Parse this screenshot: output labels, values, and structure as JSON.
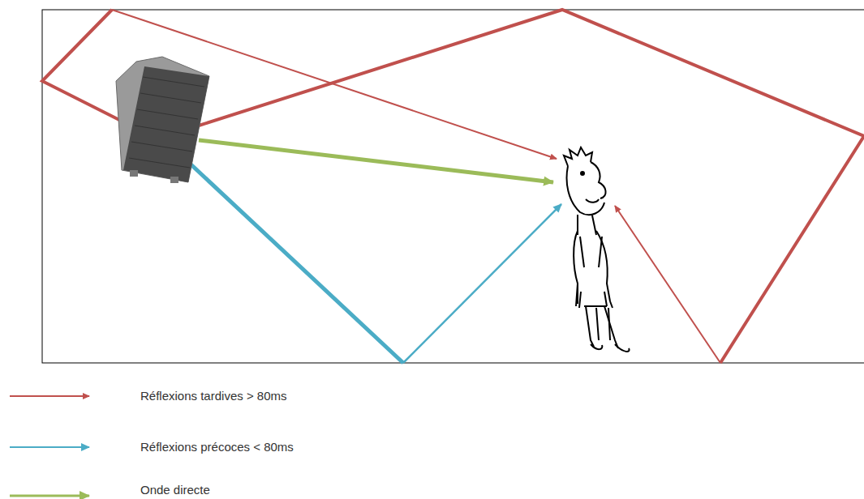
{
  "diagram": {
    "legend": [
      {
        "text": "Réflexions tardives > 80ms"
      },
      {
        "text": "Réflexions précoces < 80ms"
      },
      {
        "text": "Onde directe"
      }
    ]
  }
}
